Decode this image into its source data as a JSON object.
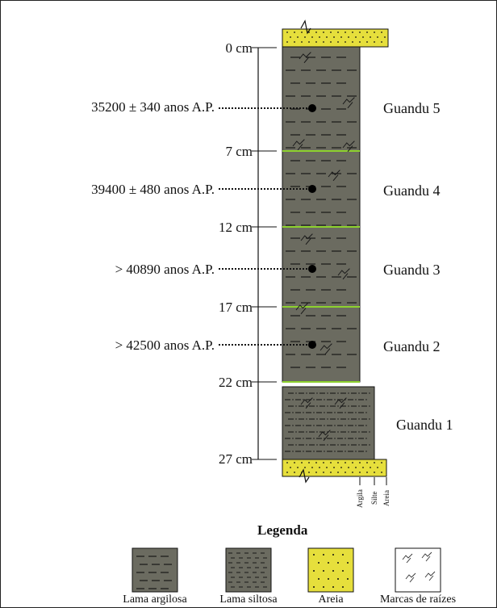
{
  "depth_labels": [
    "0 cm",
    "7 cm",
    "12 cm",
    "17 cm",
    "22 cm",
    "27 cm"
  ],
  "dates": [
    "35200 ± 340 anos A.P.",
    "39400 ± 480 anos A.P.",
    "> 40890 anos A.P.",
    "> 42500 anos A.P."
  ],
  "units": [
    "Guandu 5",
    "Guandu 4",
    "Guandu 3",
    "Guandu 2",
    "Guandu 1"
  ],
  "grain_scale": [
    "Argila",
    "Silte",
    "Areia"
  ],
  "legend": {
    "title": "Legenda",
    "items": [
      "Lama argilosa",
      "Lama siltosa",
      "Areia",
      "Marcas de raízes"
    ]
  },
  "colors": {
    "mud": "#6b6b60",
    "sand": "#e6df3c",
    "boundary": "#8dd12e",
    "ink": "#111111"
  }
}
